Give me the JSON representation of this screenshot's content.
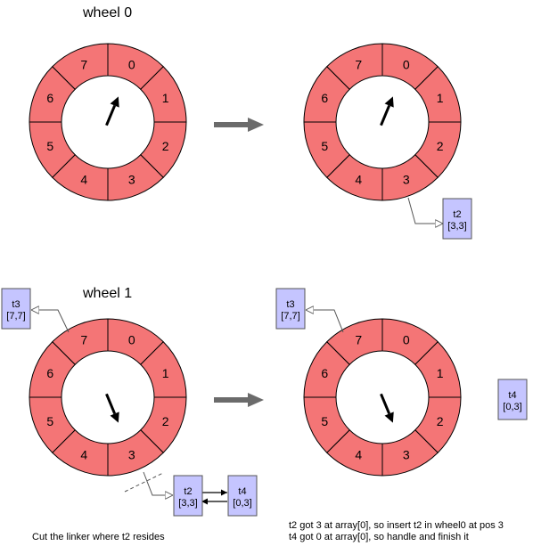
{
  "wheel0_title": "wheel 0",
  "wheel1_title": "wheel 1",
  "slot_labels": [
    "0",
    "1",
    "2",
    "3",
    "4",
    "5",
    "6",
    "7"
  ],
  "wheels": [
    {
      "name": "wheel0-before",
      "pointer_slot": 0
    },
    {
      "name": "wheel0-after",
      "pointer_slot": 0
    },
    {
      "name": "wheel1-before",
      "pointer_slot": 3
    },
    {
      "name": "wheel1-after",
      "pointer_slot": 3
    }
  ],
  "timers": {
    "t2": {
      "name": "t2",
      "value": "[3,3]"
    },
    "t3": {
      "name": "t3",
      "value": "[7,7]"
    },
    "t4": {
      "name": "t4",
      "value": "[0,3]"
    }
  },
  "caption_left": "Cut the linker where t2 resides",
  "caption_right_1": "t2 got 3 at array[0], so insert t2 in wheel0 at pos 3",
  "caption_right_2": "t4 got 0 at array[0], so handle and finish it",
  "colors": {
    "slot_fill": "#f47576",
    "timer_fill": "#c5c5ff",
    "stroke": "#000000",
    "arrow": "#6b6b6b",
    "link": "#555555"
  }
}
